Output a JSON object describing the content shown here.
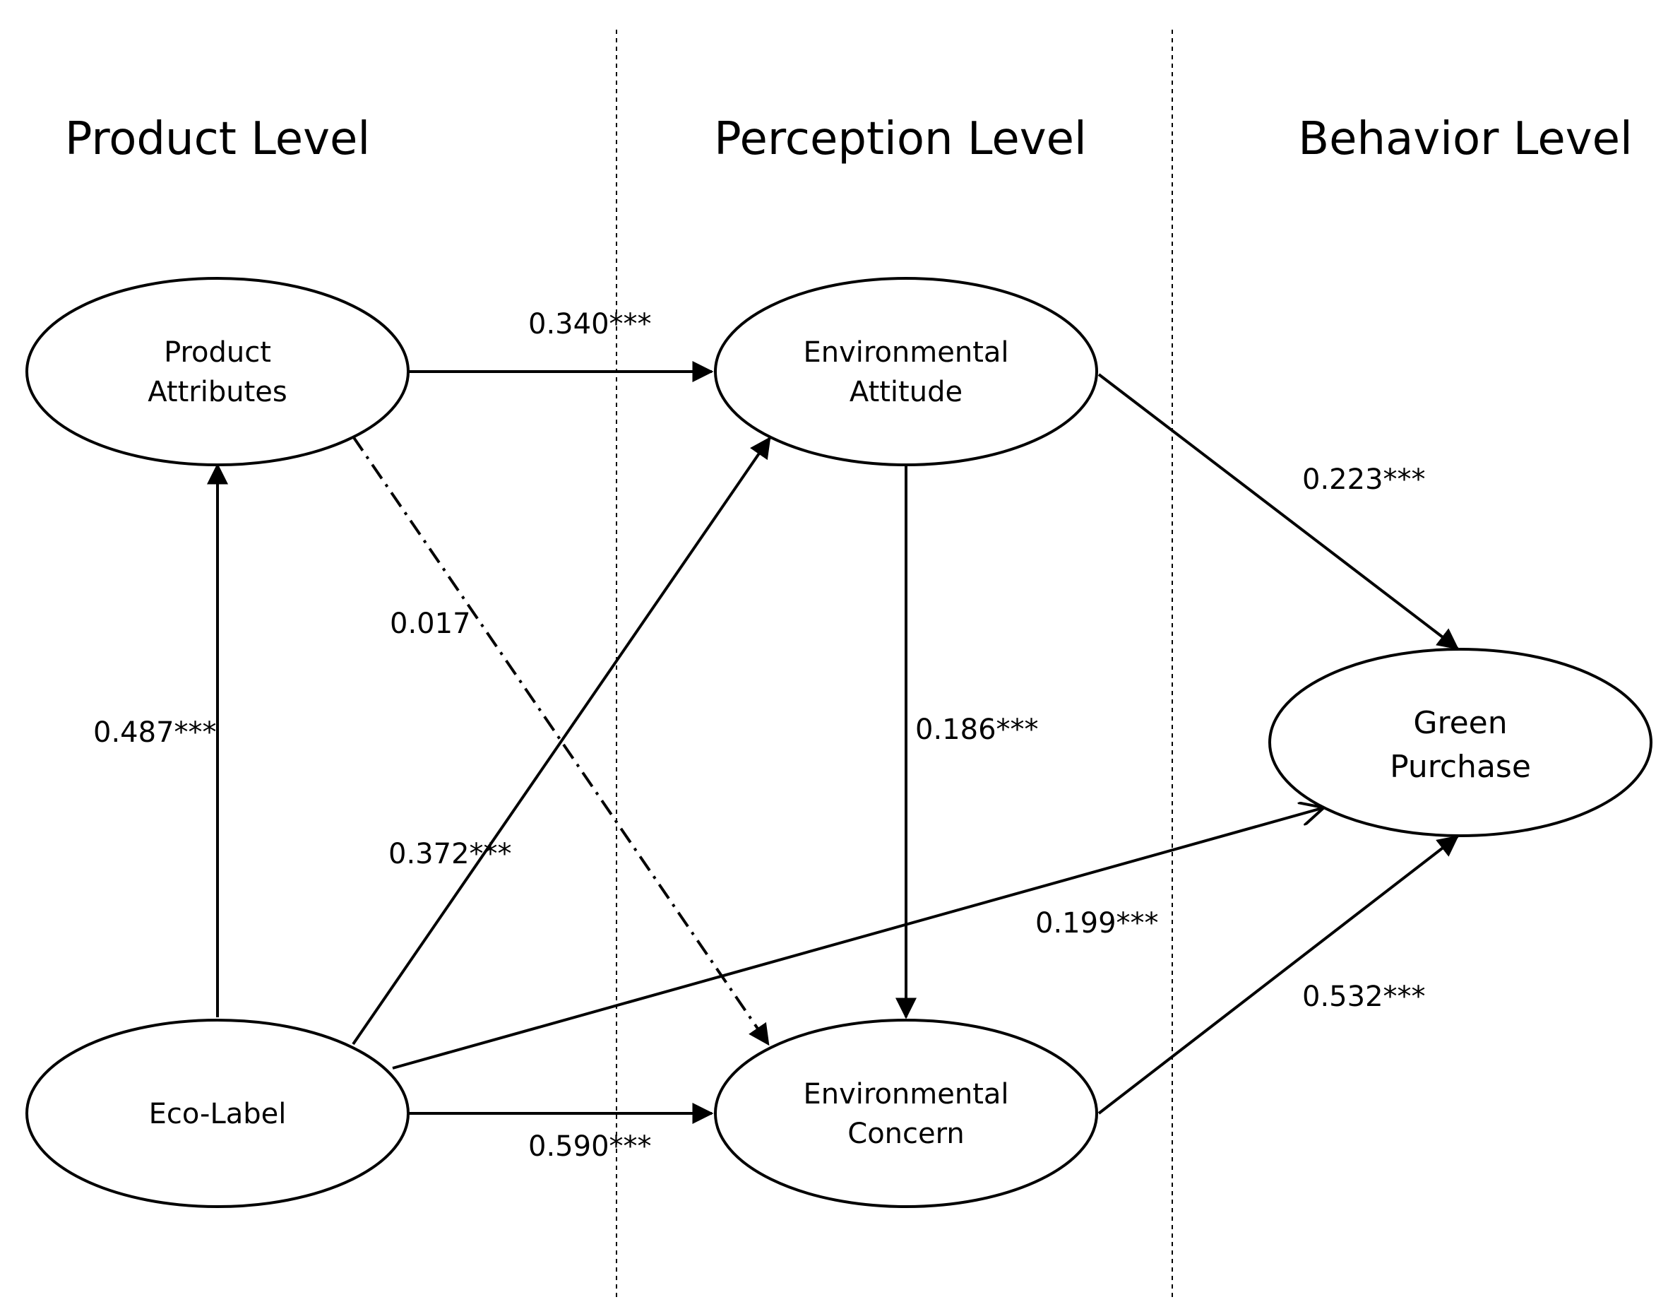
{
  "levels": [
    {
      "id": "product",
      "title": "Product Level"
    },
    {
      "id": "perception",
      "title": "Perception Level"
    },
    {
      "id": "behavior",
      "title": "Behavior Level"
    }
  ],
  "nodes": {
    "product_attributes": {
      "lines": [
        "Product",
        "Attributes"
      ]
    },
    "eco_label": {
      "lines": [
        "Eco-Label"
      ]
    },
    "environmental_attitude": {
      "lines": [
        "Environmental",
        "Attitude"
      ]
    },
    "environmental_concern": {
      "lines": [
        "Environmental",
        "Concern"
      ]
    },
    "green_purchase": {
      "lines": [
        "Green",
        "Purchase"
      ]
    }
  },
  "paths": [
    {
      "id": "pa-to-ea",
      "from": "Product Attributes",
      "to": "Environmental Attitude",
      "coefficient": "0.340***",
      "style": "solid"
    },
    {
      "id": "pa-to-ec",
      "from": "Product Attributes",
      "to": "Environmental Concern",
      "coefficient": "0.017",
      "style": "dash-dot"
    },
    {
      "id": "el-to-pa",
      "from": "Eco-Label",
      "to": "Product Attributes",
      "coefficient": "0.487***",
      "style": "solid"
    },
    {
      "id": "el-to-ea",
      "from": "Eco-Label",
      "to": "Environmental Attitude",
      "coefficient": "0.372***",
      "style": "solid"
    },
    {
      "id": "el-to-gp",
      "from": "Eco-Label",
      "to": "Green Purchase",
      "coefficient": "0.199***",
      "style": "solid"
    },
    {
      "id": "el-to-ec",
      "from": "Eco-Label",
      "to": "Environmental Concern",
      "coefficient": "0.590***",
      "style": "solid"
    },
    {
      "id": "ea-to-ec",
      "from": "Environmental Attitude",
      "to": "Environmental Concern",
      "coefficient": "0.186***",
      "style": "solid"
    },
    {
      "id": "ea-to-gp",
      "from": "Environmental Attitude",
      "to": "Green Purchase",
      "coefficient": "0.223***",
      "style": "solid"
    },
    {
      "id": "ec-to-gp",
      "from": "Environmental Concern",
      "to": "Green Purchase",
      "coefficient": "0.532***",
      "style": "solid"
    }
  ]
}
